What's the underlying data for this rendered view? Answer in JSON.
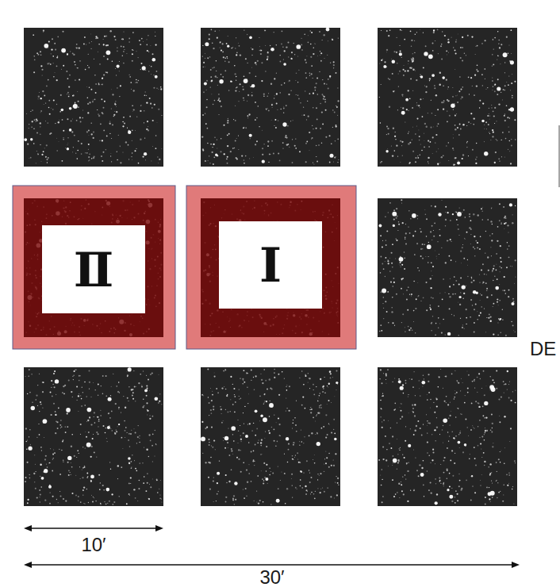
{
  "diagram": {
    "nodes": [
      {
        "text": [
          "Ⅱ"
        ]
      },
      {
        "text": [
          "I"
        ]
      }
    ],
    "labels": [
      "DE",
      "10′",
      "30′"
    ]
  }
}
